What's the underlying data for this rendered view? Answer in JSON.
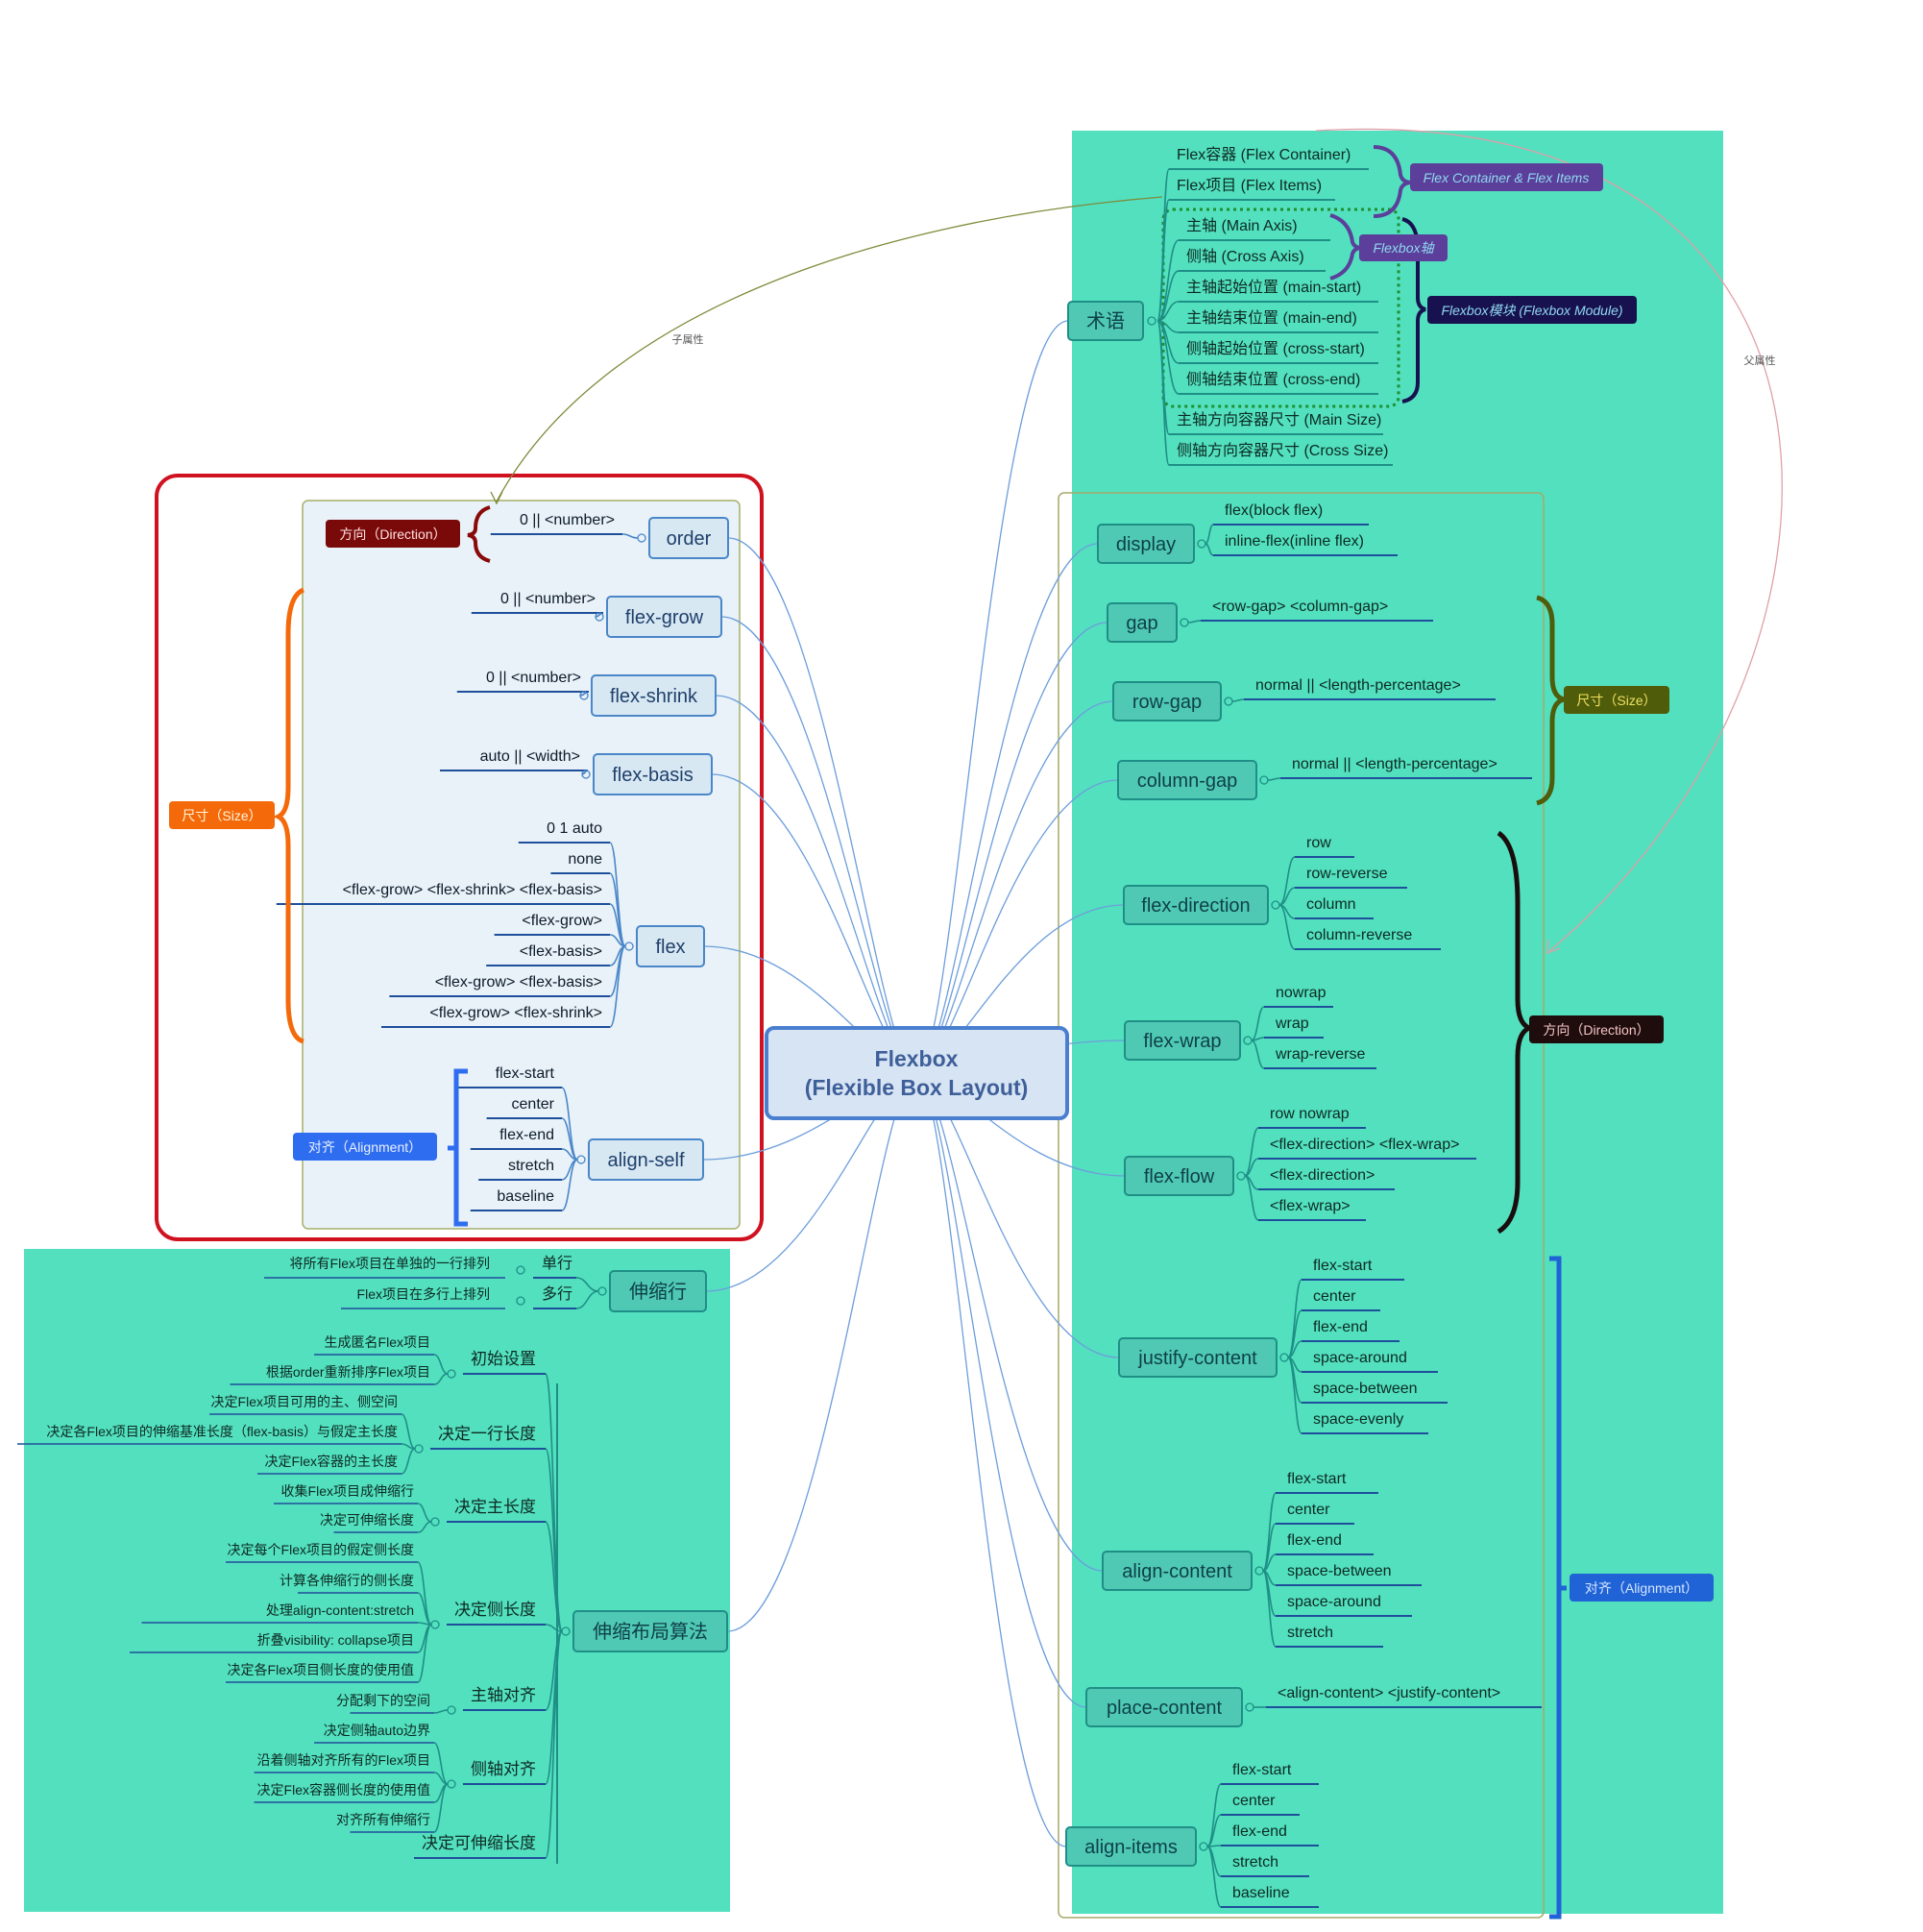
{
  "root": {
    "line1": "Flexbox",
    "line2": "(Flexible Box Layout)"
  },
  "relation_labels": {
    "child": "子属性",
    "parent": "父属性"
  },
  "summaries": {
    "flex_container_items": "Flex Container & Flex Items",
    "flexbox_axis": "Flexbox轴",
    "flexbox_module": "Flexbox模块 (Flexbox Module)",
    "size_right": "尺寸（Size）",
    "direction_right": "方向（Direction）",
    "alignment_right": "对齐（Alignment）",
    "direction_left": "方向（Direction）",
    "size_left": "尺寸（Size）",
    "alignment_left": "对齐（Alignment）"
  },
  "terms": {
    "label": "术语",
    "items": [
      "Flex容器 (Flex Container)",
      "Flex项目 (Flex Items)",
      "主轴 (Main Axis)",
      "侧轴 (Cross Axis)",
      "主轴起始位置 (main-start)",
      "主轴结束位置 (main-end)",
      "侧轴起始位置 (cross-start)",
      "侧轴结束位置 (cross-end)",
      "主轴方向容器尺寸 (Main Size)",
      "侧轴方向容器尺寸 (Cross Size)"
    ]
  },
  "container_props": [
    {
      "label": "display",
      "values": [
        "flex(block flex)",
        "inline-flex(inline flex)"
      ]
    },
    {
      "label": "gap",
      "values": [
        "<row-gap>  <column-gap>"
      ]
    },
    {
      "label": "row-gap",
      "values": [
        "normal || <length-percentage>"
      ]
    },
    {
      "label": "column-gap",
      "values": [
        "normal || <length-percentage>"
      ]
    },
    {
      "label": "flex-direction",
      "values": [
        "row",
        "row-reverse",
        "column",
        "column-reverse"
      ]
    },
    {
      "label": "flex-wrap",
      "values": [
        "nowrap",
        "wrap",
        "wrap-reverse"
      ]
    },
    {
      "label": "flex-flow",
      "values": [
        "row nowrap",
        "<flex-direction> <flex-wrap>",
        "<flex-direction>",
        "<flex-wrap>"
      ]
    },
    {
      "label": "justify-content",
      "values": [
        "flex-start",
        "center",
        "flex-end",
        "space-around",
        "space-between",
        "space-evenly"
      ]
    },
    {
      "label": "align-content",
      "values": [
        "flex-start",
        "center",
        "flex-end",
        "space-between",
        "space-around",
        "stretch"
      ]
    },
    {
      "label": "place-content",
      "values": [
        "<align-content>  <justify-content>"
      ]
    },
    {
      "label": "align-items",
      "values": [
        "flex-start",
        "center",
        "flex-end",
        "stretch",
        "baseline"
      ]
    }
  ],
  "item_props": [
    {
      "label": "order",
      "values": [
        "0 || <number>"
      ]
    },
    {
      "label": "flex-grow",
      "values": [
        "0 || <number>"
      ]
    },
    {
      "label": "flex-shrink",
      "values": [
        "0 || <number>"
      ]
    },
    {
      "label": "flex-basis",
      "values": [
        "auto || <width>"
      ]
    },
    {
      "label": "flex",
      "values": [
        "0 1 auto",
        "none",
        "<flex-grow> <flex-shrink> <flex-basis>",
        "<flex-grow>",
        "<flex-basis>",
        "<flex-grow> <flex-basis>",
        "<flex-grow> <flex-shrink>"
      ]
    },
    {
      "label": "align-self",
      "values": [
        "flex-start",
        "center",
        "flex-end",
        "stretch",
        "baseline"
      ]
    }
  ],
  "flex_lines": {
    "label": "伸缩行",
    "children": [
      {
        "label": "单行",
        "detail": "将所有Flex项目在单独的一行排列"
      },
      {
        "label": "多行",
        "detail": "Flex项目在多行上排列"
      }
    ]
  },
  "algorithm": {
    "label": "伸缩布局算法",
    "steps": [
      {
        "label": "初始设置",
        "details": [
          "生成匿名Flex项目",
          "根据order重新排序Flex项目"
        ]
      },
      {
        "label": "决定一行长度",
        "details": [
          "决定Flex项目可用的主、侧空间",
          "决定各Flex项目的伸缩基准长度（flex-basis）与假定主长度",
          "决定Flex容器的主长度"
        ]
      },
      {
        "label": "决定主长度",
        "details": [
          "收集Flex项目成伸缩行",
          "决定可伸缩长度"
        ]
      },
      {
        "label": "决定侧长度",
        "details": [
          "决定每个Flex项目的假定侧长度",
          "计算各伸缩行的侧长度",
          "处理align-content:stretch",
          "折叠visibility: collapse项目",
          "决定各Flex项目侧长度的使用值"
        ]
      },
      {
        "label": "主轴对齐",
        "details": [
          "分配剩下的空间"
        ]
      },
      {
        "label": "侧轴对齐",
        "details": [
          "决定侧轴auto边界",
          "沿着侧轴对齐所有的Flex项目",
          "决定Flex容器侧长度的使用值",
          "对齐所有伸缩行"
        ]
      },
      {
        "label": "决定可伸缩长度",
        "details": []
      }
    ]
  },
  "colors": {
    "teal_panel": "#52e0bf",
    "root_fill": "#d6e4f3",
    "root_stroke": "#4a7fd0",
    "link": "#6d9edb",
    "red_frame": "#d0111f",
    "direction_dark_red": "#7a0a0a",
    "size_orange": "#f46a0a",
    "alignment_blue": "#2f6df0",
    "size_olive": "#4f5c0a",
    "flexbox_purple": "#5b3f9a",
    "module_navy": "#17114f",
    "direction_black": "#1f0d0d"
  }
}
